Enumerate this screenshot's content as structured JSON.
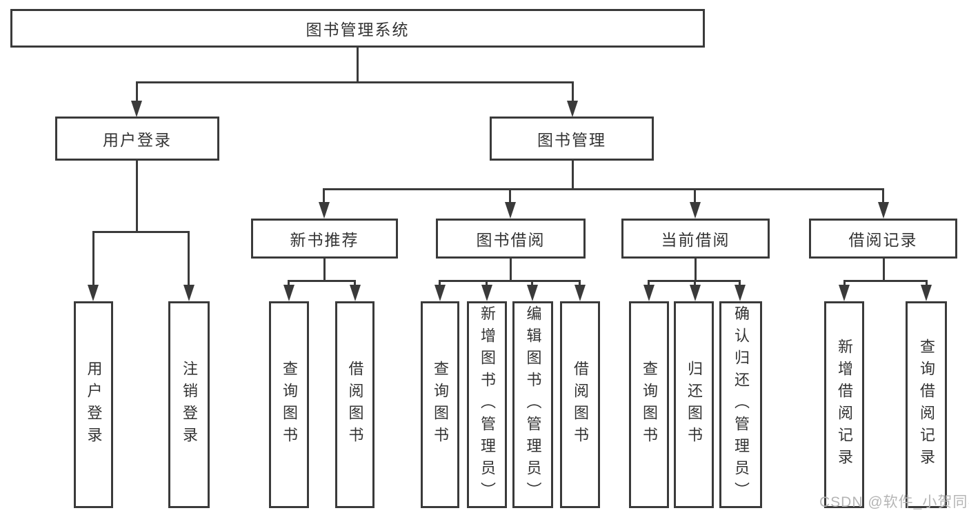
{
  "root": {
    "label": "图书管理系统"
  },
  "level2": {
    "user_login": {
      "label": "用户登录"
    },
    "book_mgmt": {
      "label": "图书管理"
    }
  },
  "level3": {
    "new_book": {
      "label": "新书推荐"
    },
    "borrow": {
      "label": "图书借阅"
    },
    "current": {
      "label": "当前借阅"
    },
    "records": {
      "label": "借阅记录"
    }
  },
  "leaves": {
    "user_login": [
      "用户登录",
      "注销登录"
    ],
    "new_book": [
      "查询图书",
      "借阅图书"
    ],
    "borrow": [
      "查询图书",
      "新增图书（管理员）",
      "编辑图书（管理员）",
      "借阅图书"
    ],
    "current": [
      "查询图书",
      "归还图书",
      "确认归还（管理员）"
    ],
    "records": [
      "新增借阅记录",
      "查询借阅记录"
    ]
  },
  "watermark": "CSDN @软件_小贺同学",
  "colors": {
    "line": "#3a3a3a",
    "text": "#333333",
    "background": "#ffffff",
    "watermark": "#b5b5b5"
  }
}
